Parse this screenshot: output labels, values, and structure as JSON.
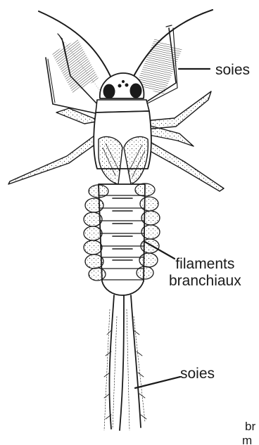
{
  "figure": {
    "labels": {
      "setae_head": "soies",
      "gill_filaments_line1": "filaments",
      "gill_filaments_line2": "branchiaux",
      "setae_tail": "soies",
      "cut_text_line1": "br",
      "cut_text_line2": "m"
    },
    "colors": {
      "ink": "#1a1a1a",
      "background": "#ffffff"
    }
  }
}
